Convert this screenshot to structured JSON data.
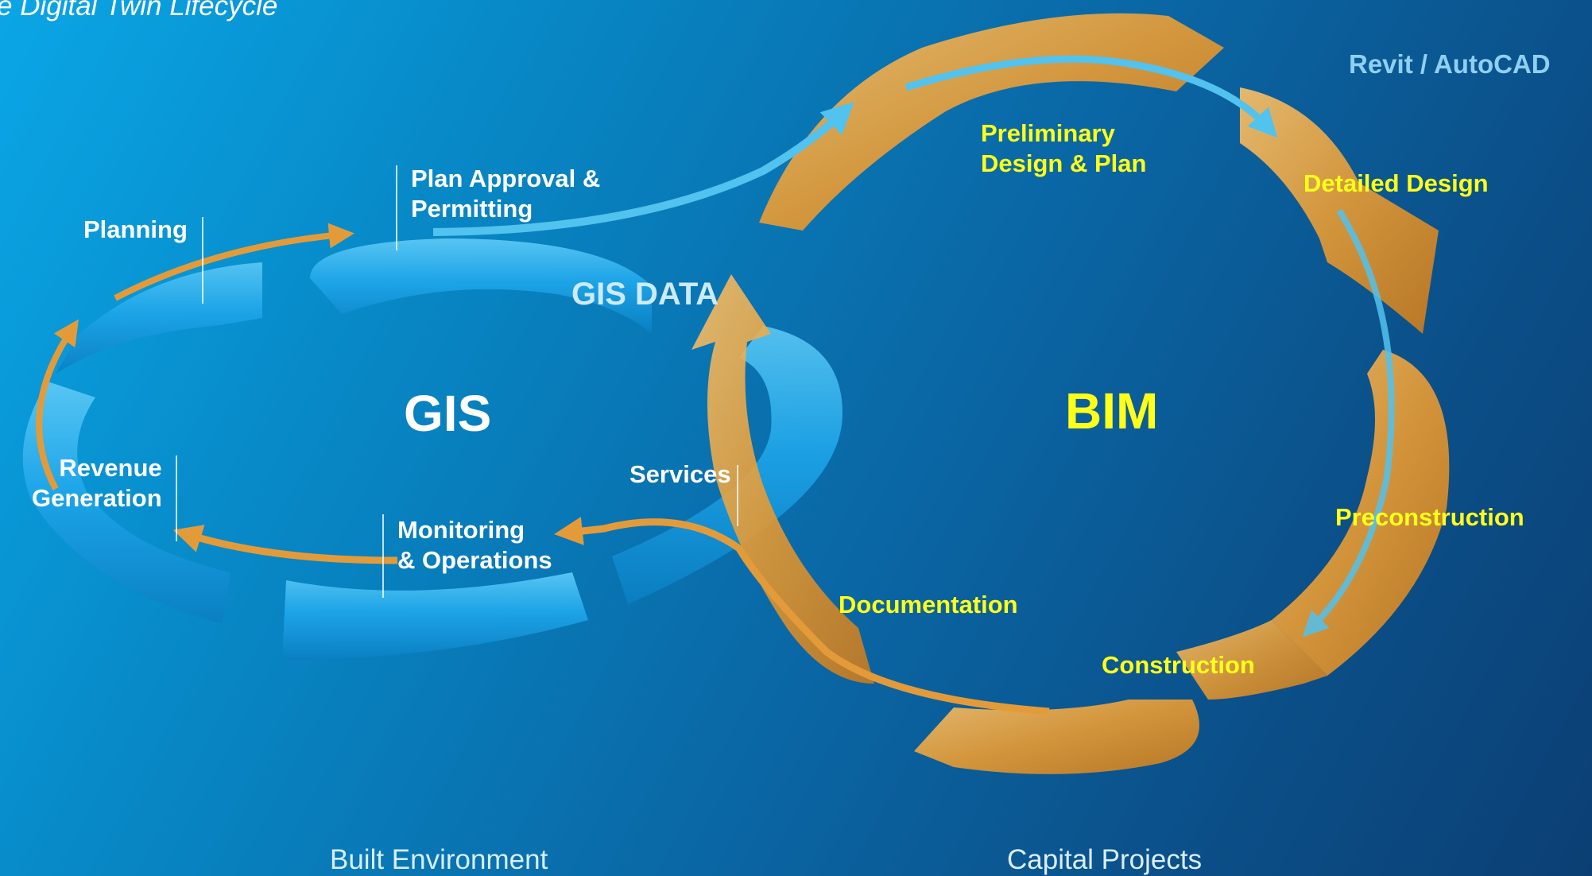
{
  "title_partial": "e Digital Twin Lifecycle",
  "colors": {
    "background_start": "#0aa6e6",
    "background_end": "#0b3f74",
    "gis_ring": "#1fa7ea",
    "bim_ring": "#e8a23c",
    "flow_arrow": "#4cc3ec",
    "bim_label": "#ffff1a",
    "gis_label": "#ffffff"
  },
  "gis": {
    "center_label": "GIS",
    "stages": {
      "planning": "Planning",
      "plan_approval_1": "Plan Approval &",
      "plan_approval_2": "Permitting",
      "revenue_1": "Revenue",
      "revenue_2": "Generation",
      "monitoring_1": "Monitoring",
      "monitoring_2": "& Operations",
      "services": "Services"
    },
    "data_label": "GIS DATA",
    "caption": "Built Environment"
  },
  "bim": {
    "center_label": "BIM",
    "tool_label": "Revit / AutoCAD",
    "stages": {
      "preliminary_1": "Preliminary",
      "preliminary_2": "Design & Plan",
      "detailed_design": "Detailed Design",
      "preconstruction": "Preconstruction",
      "construction": "Construction",
      "documentation": "Documentation"
    },
    "caption": "Capital Projects"
  }
}
